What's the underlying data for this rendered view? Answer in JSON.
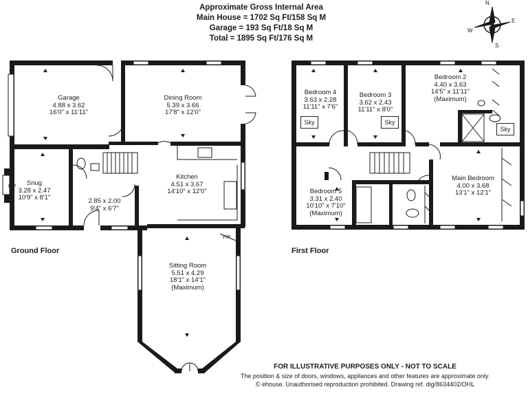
{
  "header": {
    "title": "Approximate Gross Internal Area",
    "main_house": "Main House = 1702 Sq Ft/158 Sq M",
    "garage": "Garage = 193 Sq Ft/18 Sq M",
    "total": "Total = 1895 Sq Ft/176 Sq M"
  },
  "compass": {
    "n": "N",
    "e": "E",
    "s": "S",
    "w": "W"
  },
  "floors": {
    "ground": "Ground Floor",
    "first": "First Floor"
  },
  "rooms": {
    "garage": {
      "name": "Garage",
      "metric": "4.88 x 3.62",
      "imperial": "16'0\" x 11'11\""
    },
    "dining": {
      "name": "Dining Room",
      "metric": "5.39 x 3.66",
      "imperial": "17'8\" x 12'0\""
    },
    "snug": {
      "name": "Snug",
      "metric": "3.28 x 2.47",
      "imperial": "10'9\" x 8'1\""
    },
    "hall": {
      "metric": "2.85 x 2.00",
      "imperial": "9'4\" x 6'7\""
    },
    "kitchen": {
      "name": "Kitchen",
      "metric": "4.51 x 3.67",
      "imperial": "14'10\" x 12'0\""
    },
    "sitting": {
      "name": "Sitting Room",
      "metric": "5.51 x 4.29",
      "imperial": "18'1\" x 14'1\"",
      "note": "(Maximum)"
    },
    "bed4": {
      "name": "Bedroom 4",
      "metric": "3.63 x 2.28",
      "imperial": "11'11\" x 7'6\""
    },
    "bed3": {
      "name": "Bedroom 3",
      "metric": "3.62 x 2.43",
      "imperial": "11'11\" x 8'0\""
    },
    "bed2": {
      "name": "Bedroom 2",
      "metric": "4.40 x 3.63",
      "imperial": "14'5\" x 11'11\"",
      "note": "(Maximum)"
    },
    "bed5": {
      "name": "Bedroom 5",
      "metric": "3.31 x 2.40",
      "imperial": "10'10\" x 7'10\"",
      "note": "(Maximum)"
    },
    "main_bed": {
      "name": "Main Bedroom",
      "metric": "4.00 x 3.68",
      "imperial": "13'1\" x 12'1\""
    }
  },
  "tags": {
    "fp": "F/P",
    "sky": "Sky"
  },
  "footer": {
    "disclaimer": "FOR ILLUSTRATIVE PURPOSES ONLY - NOT TO SCALE",
    "line1": "The position & size of doors, windows, appliances and other features are approximate only.",
    "line2": "© ehouse. Unauthorised reproduction prohibited. Drawing ref. dig/8634402/OHL"
  }
}
